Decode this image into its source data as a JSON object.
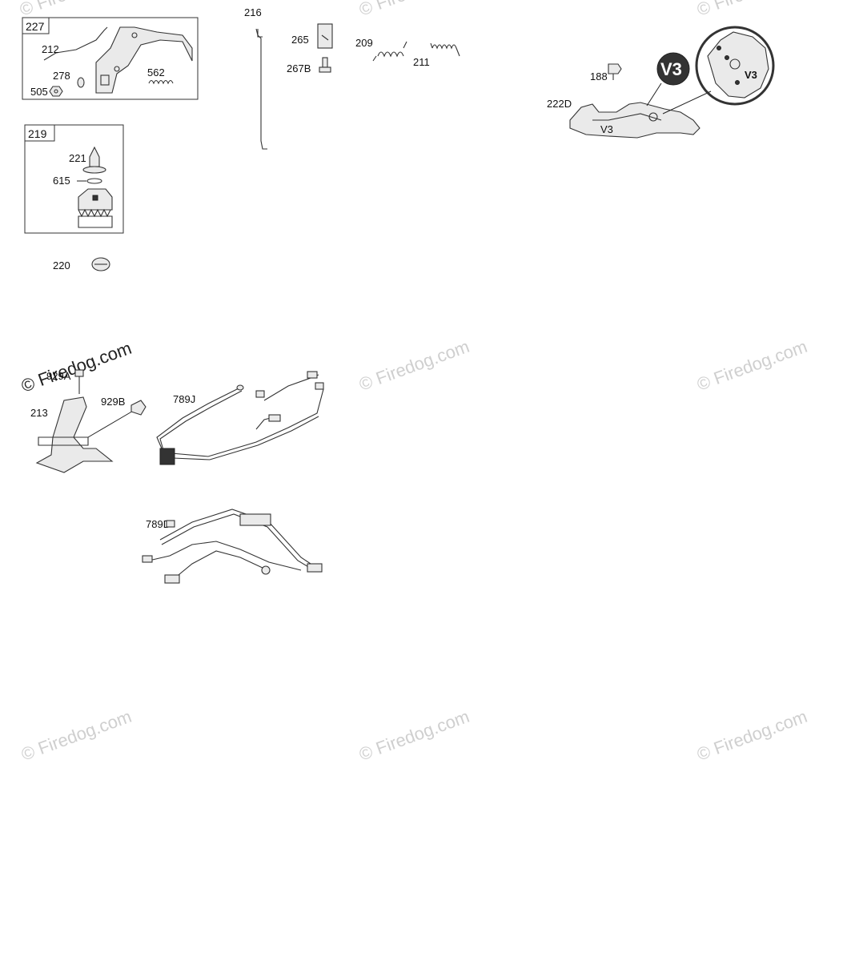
{
  "labels": {
    "l227": "227",
    "l212": "212",
    "l278": "278",
    "l505": "505",
    "l562": "562",
    "l219": "219",
    "l221": "221",
    "l615": "615",
    "l220": "220",
    "l216": "216",
    "l265": "265",
    "l267B": "267B",
    "l209": "209",
    "l211": "211",
    "l188": "188",
    "l222D": "222D",
    "lV3big": "V3",
    "lV3zoom": "V3",
    "lV3part": "V3",
    "l929A": "929A",
    "l213": "213",
    "l929B": "929B",
    "l789J": "789J",
    "l789D": "789D"
  },
  "watermark": {
    "text": "© Firedog.com"
  }
}
